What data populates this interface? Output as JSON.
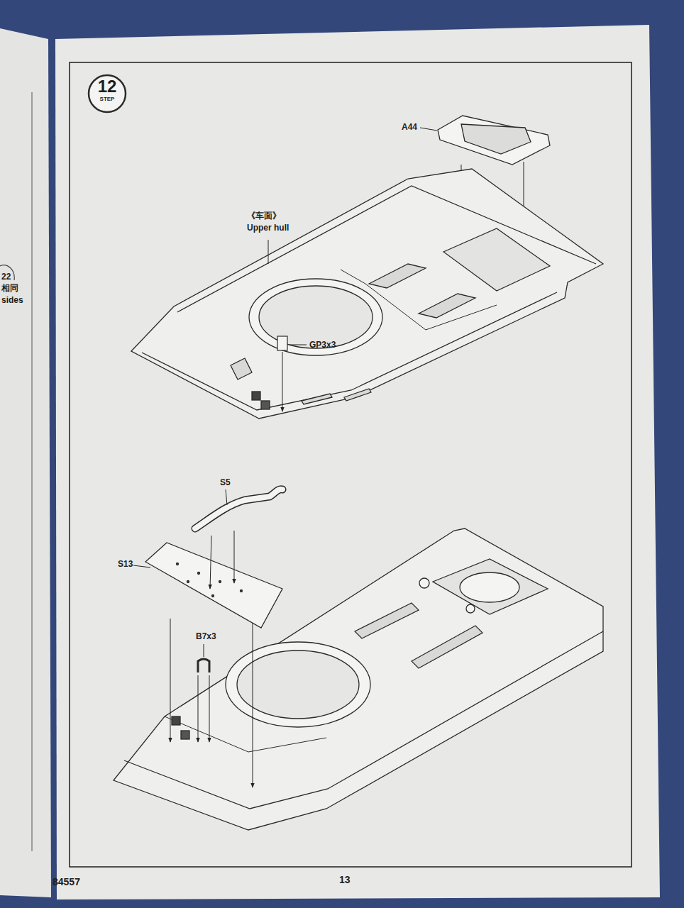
{
  "diagram": {
    "nodes": [
      {
        "text": [
          "12",
          "STEP"
        ]
      }
    ],
    "labels": [
      "A44",
      "《车面》",
      "Upper hull",
      "GP3x3",
      "S5",
      "S13",
      "B7x3",
      "84557",
      "13",
      "22",
      "相同",
      "sides"
    ]
  }
}
